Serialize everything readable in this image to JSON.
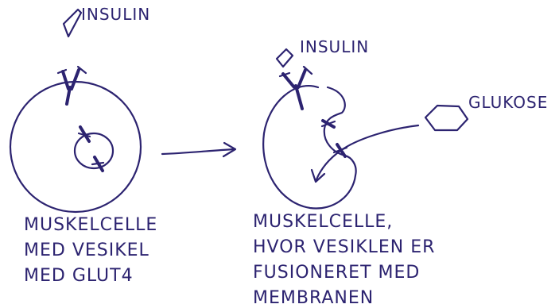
{
  "labels": {
    "insulin_left": "INSULIN",
    "insulin_right": "INSULIN",
    "glucose": "GLUKOSE"
  },
  "captions": {
    "left": [
      "MUSKELCELLE",
      "MED VESIKEL",
      "MED GLUT4"
    ],
    "right": [
      "MUSKELCELLE,",
      "HVOR VESIKLEN ER",
      "FUSIONERET MED",
      "MEMBRANEN"
    ]
  },
  "colors": {
    "ink": "#2c2370",
    "background": "#ffffff"
  }
}
